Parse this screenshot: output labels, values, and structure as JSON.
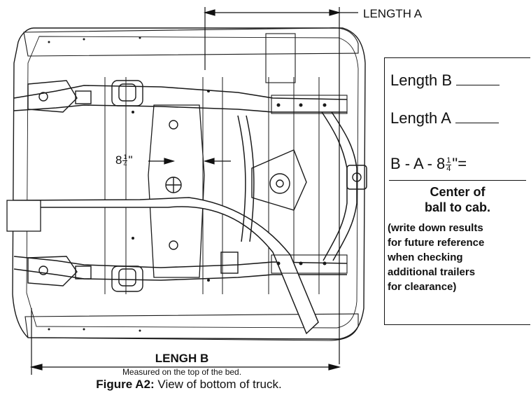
{
  "length_a_label": "LENGTH A",
  "offset": {
    "whole": "8",
    "num": "1",
    "den": "4",
    "unit": "\""
  },
  "length_b": {
    "title": "LENGH B",
    "note": "Measured on the top of the bed."
  },
  "caption": {
    "prefix": "Figure A2:",
    "text": " View of bottom of truck."
  },
  "panel": {
    "length_b_label": "Length B",
    "length_a_label": "Length A",
    "formula_prefix": "B - A - ",
    "formula_suffix": "\"=",
    "result_title_1": "Center of",
    "result_title_2": "ball to cab.",
    "result_note": "(write down results\nfor future reference\nwhen checking\nadditional trailers\nfor clearance)"
  }
}
